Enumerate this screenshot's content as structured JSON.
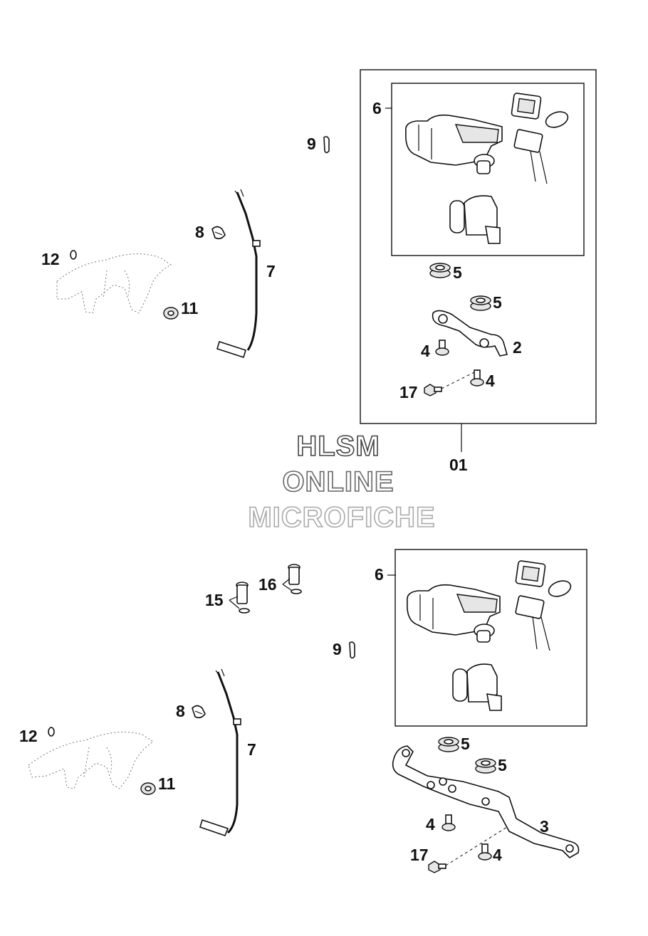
{
  "watermark": {
    "line1": "HLSM",
    "line2": "ONLINE",
    "line3": "MICROFICHE"
  },
  "assembly_label": "01",
  "upper": {
    "labels": {
      "p6": "6",
      "p9": "9",
      "p8": "8",
      "p7": "7",
      "p12": "12",
      "p11": "11",
      "p5a": "5",
      "p5b": "5",
      "p4a": "4",
      "p4b": "4",
      "p2": "2",
      "p17": "17"
    }
  },
  "lower": {
    "labels": {
      "p6": "6",
      "p9": "9",
      "p8": "8",
      "p7": "7",
      "p12": "12",
      "p11": "11",
      "p15": "15",
      "p16": "16",
      "p5a": "5",
      "p5b": "5",
      "p4a": "4",
      "p4b": "4",
      "p3": "3",
      "p17": "17"
    }
  },
  "colors": {
    "ink": "#111111",
    "watermark_gray": "#888888"
  }
}
